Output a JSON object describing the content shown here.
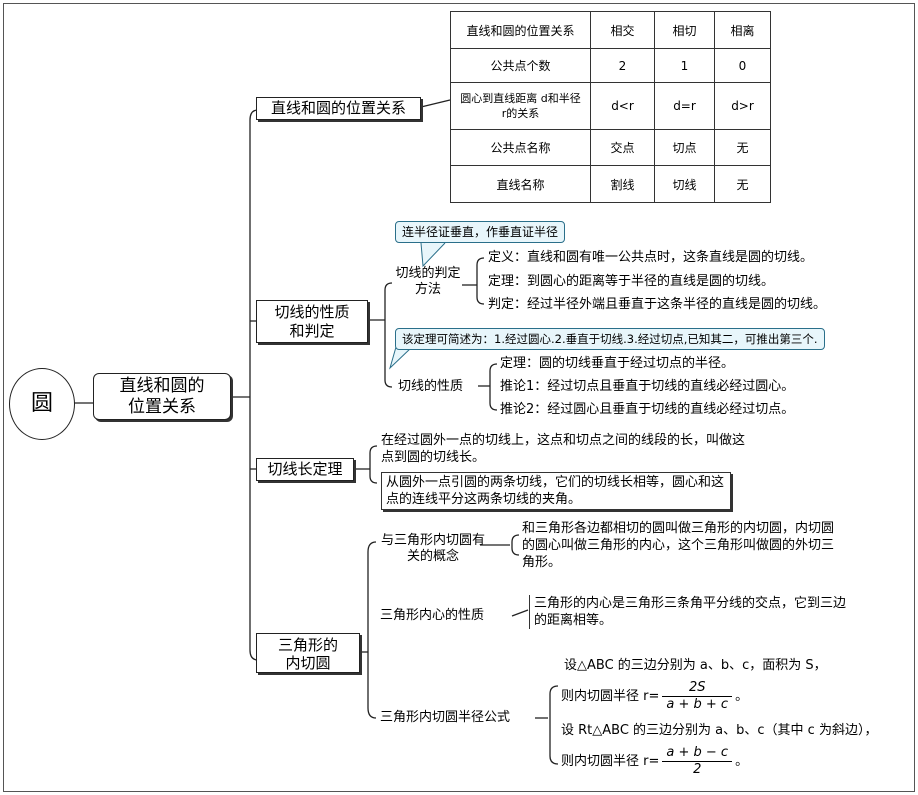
{
  "root": "圆",
  "main": "直线和圆的位置关系",
  "branch1": {
    "label": "直线和圆的位置关系",
    "table": {
      "header": [
        "直线和圆的位置关系",
        "相交",
        "相切",
        "相离"
      ],
      "rows": [
        [
          "公共点个数",
          "2",
          "1",
          "0"
        ],
        [
          "圆心到直线距离 d和半径 r的关系",
          "d<r",
          "d=r",
          "d>r"
        ],
        [
          "公共点名称",
          "交点",
          "切点",
          "无"
        ],
        [
          "直线名称",
          "割线",
          "切线",
          "无"
        ]
      ]
    }
  },
  "branch2": {
    "label": "切线的性质和判定",
    "callout_top": "连半径证垂直，作垂直证半径",
    "judge_label": "切线的判定方法",
    "judge_items": [
      "定义：直线和圆有唯一公共点时，这条直线是圆的切线。",
      "定理：到圆心的距离等于半径的直线是圆的切线。",
      "判定：经过半径外端且垂直于这条半径的直线是圆的切线。"
    ],
    "callout_mid": "该定理可简述为：1.经过圆心.2.垂直于切线.3.经过切点,已知其二，可推出第三个.",
    "prop_label": "切线的性质",
    "prop_items": [
      "定理：圆的切线垂直于经过切点的半径。",
      "推论1：经过切点且垂直于切线的直线必经过圆心。",
      "推论2：经过圆心且垂直于切线的直线必经过切点。"
    ]
  },
  "branch3": {
    "label": "切线长定理",
    "def": "在经过圆外一点的切线上，这点和切点之间的线段的长，叫做这点到圆的切线长。",
    "theorem": "从圆外一点引圆的两条切线，它们的切线长相等，圆心和这点的连线平分这两条切线的夹角。"
  },
  "branch4": {
    "label": "三角形的内切圆",
    "concept_label": "与三角形内切圆有关的概念",
    "concept_text": "和三角形各边都相切的圆叫做三角形的内切圆，内切圆的圆心叫做三角形的内心，这个三角形叫做圆的外切三角形。",
    "incenter_label": "三角形内心的性质",
    "incenter_text": "三角形的内心是三角形三条角平分线的交点，它到三边的距离相等。",
    "formula_label": "三角形内切圆半径公式",
    "formula_line1": "设△ABC 的三边分别为 a、b、c，面积为 S，",
    "formula_line2_prefix": "则内切圆半径 r=",
    "formula_line2_num": "2S",
    "formula_line2_den": "a + b + c",
    "formula_line3": "设 Rt△ABC 的三边分别为 a、b、c（其中 c 为斜边），",
    "formula_line4_prefix": "则内切圆半径 r=",
    "formula_line4_num": "a + b − c",
    "formula_line4_den": "2",
    "period": "。"
  }
}
